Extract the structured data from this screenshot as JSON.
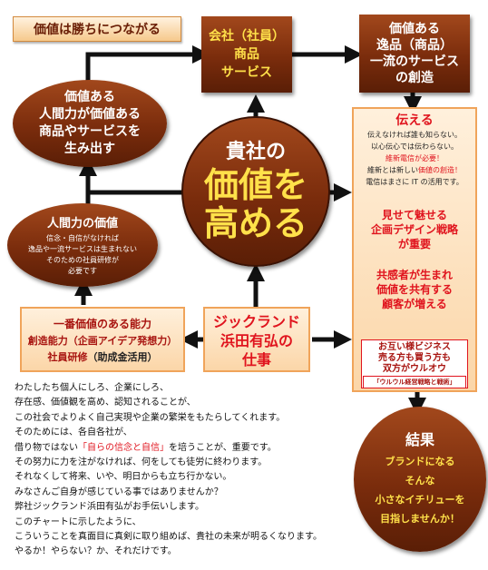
{
  "tagline": "価値は勝ちにつながる",
  "company_box": [
    "会社（社員）",
    "商品",
    "サービス"
  ],
  "value_box": [
    "価値ある",
    "逸品（商品）",
    "一流のサービス",
    "の創造"
  ],
  "value_people_ellipse": [
    "価値ある",
    "人間力が価値ある",
    "商品やサービスを",
    "生み出す"
  ],
  "center": [
    "貴社の",
    "価値を",
    "高める"
  ],
  "human_value": {
    "title": "人間力の価値",
    "lines": [
      "信念・自信がなければ",
      "逸品や一流サービスは生まれない",
      "そのための社員研修が",
      "必要です"
    ]
  },
  "ability_box": {
    "title": "一番価値のある能力",
    "line2": "創造能力（企画アイデア発想力）",
    "line3a": "社員研修",
    "line3b": "（助成金活用）"
  },
  "jig_box": [
    "ジックランド",
    "浜田有弘の",
    "仕事"
  ],
  "right_panel": {
    "title1": "伝える",
    "p1": [
      "伝えなければ誰も知らない。",
      "以心伝心では伝わらない。"
    ],
    "p1_red": "維新電信が必要！",
    "p2a": "維新とは新しい",
    "p2b": "価値の創造！",
    "p3": "電信はまさに IT の活用です。",
    "title2": [
      "見せて魅せる",
      "企画デザイン戦略",
      "が重要"
    ],
    "title3": [
      "共感者が生まれ",
      "価値を共有する",
      "顧客が増える"
    ],
    "win": [
      "お互い様ビジネス",
      "売る方も買う方も",
      "双方がウルオウ"
    ],
    "win_tag": "「ウルウル経営戦略と戦術」"
  },
  "conclusion": {
    "title": "結果",
    "lines": [
      "ブランドになる",
      "そんな",
      "小さなイチリューを",
      "目指しませんか！"
    ]
  },
  "body_text": [
    {
      "text": "わたしたち個人にしろ、企業にしろ、"
    },
    {
      "text": "存在感、価値観を高め、認知されることが、"
    },
    {
      "text": "この社会でよりよく自己実現や企業の繁栄をもたらしてくれます。"
    },
    {
      "text": "そのためには、各自各社が、"
    },
    {
      "text": "借り物ではない",
      "red": "「自らの信念と自信」",
      "after": "を培うことが、重要です。"
    },
    {
      "text": "その努力に力を注がなければ、何をしても徒労に終わります。"
    },
    {
      "text": "それなくして将来、いや、明日からも立ち行かない。"
    },
    {
      "text": "みなさんご自身が感じている事ではありませんか？"
    },
    {
      "text": "弊社ジックランド浜田有弘がお手伝いします。"
    },
    {
      "text": "このチャートに示したように、"
    },
    {
      "text": "こういうことを真面目に真剣に取り組めば、貴社の未来が明るくなります。"
    },
    {
      "text": "やるか！やらない？か、それだけです。"
    }
  ],
  "colors": {
    "brown": "#7a2c0c",
    "peach": "#fbd6a8",
    "red": "#e0141e",
    "yellow": "#ffe14a"
  }
}
